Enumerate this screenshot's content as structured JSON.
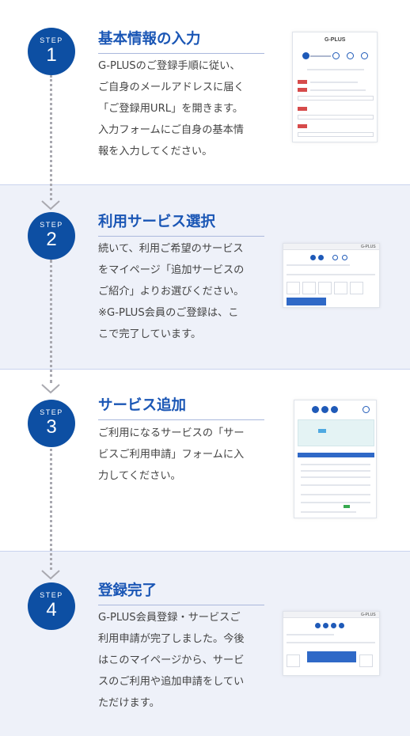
{
  "step_label": "STEP",
  "steps": [
    {
      "number": "1",
      "title": "基本情報の入力",
      "lines": [
        "G-PLUSのご登録手順に従い、",
        "ご自身のメールアドレスに届く",
        "「ご登録用URL」を開きます。",
        "入力フォームにご自身の基本情",
        "報を入力してください。"
      ]
    },
    {
      "number": "2",
      "title": "利用サービス選択",
      "lines": [
        "続いて、利用ご希望のサービス",
        "をマイページ「追加サービスの",
        "ご紹介」よりお選びください。",
        "※G-PLUS会員のご登録は、こ",
        "こで完了しています。"
      ]
    },
    {
      "number": "3",
      "title": "サービス追加",
      "lines": [
        "ご利用になるサービスの「サー",
        "ビスご利用申請」フォームに入",
        "力してください。"
      ]
    },
    {
      "number": "4",
      "title": "登録完了",
      "lines": [
        "G-PLUS会員登録・サービスご",
        "利用申請が完了しました。今後",
        "はこのマイページから、サービ",
        "スのご利用や追加申請をしてい",
        "ただけます。"
      ]
    }
  ],
  "thumbs": {
    "logo": "G-PLUS"
  },
  "colors": {
    "badge": "#0d4fa3",
    "title": "#1a56b5",
    "band": "#eef1f9"
  }
}
